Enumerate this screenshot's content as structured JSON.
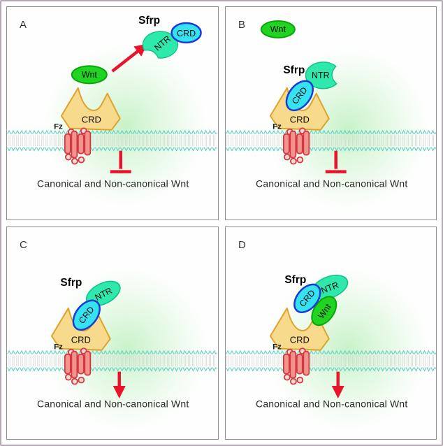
{
  "figure": {
    "type": "scientific-diagram",
    "caption": "Canonical and Non-canonical Wnt",
    "colors": {
      "wnt_green": "#22d422",
      "wnt_border_green": "#0aa50a",
      "ntr_teal": "#2ee8ac",
      "crd_cyan": "#35e2f2",
      "crd_border_blue": "#1b3ad6",
      "fz_crd_yellow": "#f8da8c",
      "fz_crd_border": "#dda32c",
      "receptor_salmon": "#f2938d",
      "receptor_border": "#d23940",
      "signal_red": "#e9132c",
      "membrane_teal": "#5bcfc0",
      "glow_green": "#9ce89c",
      "panel_border": "#8f8f8f"
    }
  },
  "labels": {
    "sfrp": "Sfrp",
    "ntr": "NTR",
    "crd": "CRD",
    "wnt": "Wnt",
    "fz": "Fz"
  },
  "panels": [
    {
      "letter": "A",
      "signal": "inhibited"
    },
    {
      "letter": "B",
      "signal": "inhibited"
    },
    {
      "letter": "C",
      "signal": "active"
    },
    {
      "letter": "D",
      "signal": "active"
    }
  ]
}
